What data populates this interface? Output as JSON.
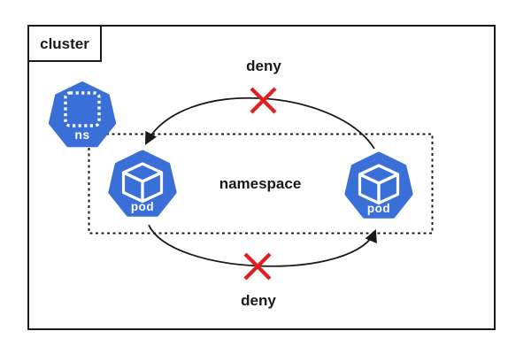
{
  "diagram": {
    "cluster": {
      "label": "cluster"
    },
    "namespace": {
      "label": "namespace"
    },
    "ns_icon": {
      "label": "ns"
    },
    "pods": {
      "left_label": "pod",
      "right_label": "pod"
    },
    "deny_top": {
      "label": "deny"
    },
    "deny_bottom": {
      "label": "deny"
    }
  },
  "colors": {
    "kubernetes_blue": "#3A6FD8",
    "deny_red": "#E01F1F",
    "line": "#1a1a1a"
  }
}
